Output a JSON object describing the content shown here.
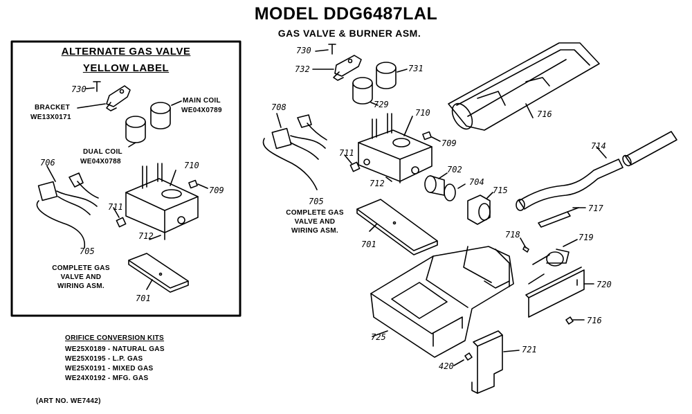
{
  "header": {
    "title": "MODEL DDG6487LAL",
    "subtitle": "GAS VALVE & BURNER ASM."
  },
  "inset": {
    "heading_line1": "ALTERNATE GAS VALVE",
    "heading_line2": "YELLOW LABEL",
    "bracket_label": "BRACKET",
    "bracket_part": "WE13X0171",
    "main_coil_label": "MAIN COIL",
    "main_coil_part": "WE04X0789",
    "dual_coil_label": "DUAL COIL",
    "dual_coil_part": "WE04X0788",
    "complete_line1": "COMPLETE GAS",
    "complete_line2": "VALVE AND",
    "complete_line3": "WIRING ASM.",
    "refs": {
      "r730": "730",
      "r706": "706",
      "r710": "710",
      "r709": "709",
      "r711": "711",
      "r712": "712",
      "r705": "705",
      "r701": "701"
    }
  },
  "main": {
    "complete_line1": "COMPLETE GAS",
    "complete_line2": "VALVE AND",
    "complete_line3": "WIRING ASM.",
    "refs": {
      "r730": "730",
      "r732": "732",
      "r731": "731",
      "r729": "729",
      "r716": "716",
      "r708": "708",
      "r710": "710",
      "r711": "711",
      "r709": "709",
      "r702": "702",
      "r712": "712",
      "r704": "704",
      "r714": "714",
      "r715": "715",
      "r705": "705",
      "r717": "717",
      "r701": "701",
      "r718": "718",
      "r719": "719",
      "r720": "720",
      "r716b": "716",
      "r725": "725",
      "r721": "721",
      "r420": "420"
    }
  },
  "kits": {
    "heading": "ORIFICE CONVERSION KITS",
    "items": [
      "WE25X0189 - NATURAL GAS",
      "WE25X0195 - L.P. GAS",
      "WE25X0191 - MIXED GAS",
      "WE24X0192 - MFG. GAS"
    ]
  },
  "art_no": "(ART NO. WE7442)"
}
